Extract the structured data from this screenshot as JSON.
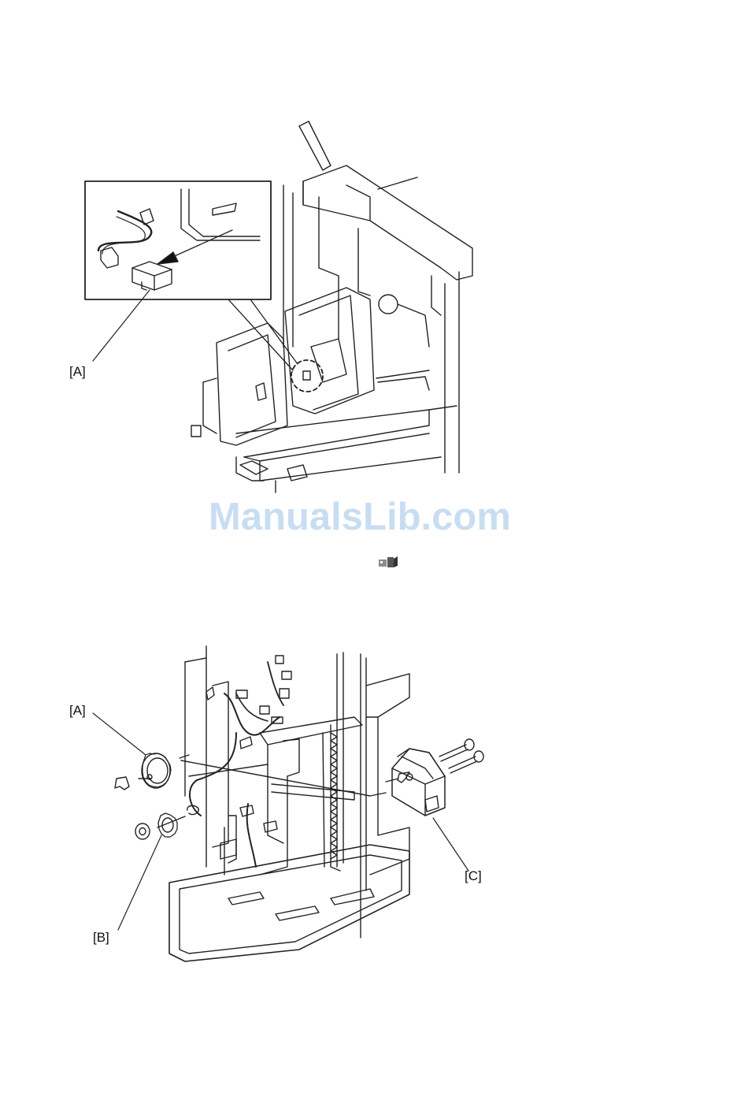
{
  "figure1": {
    "callouts": {
      "a": "[A]"
    }
  },
  "watermark": {
    "text": "ManualsLib.com"
  },
  "marker": {
    "icon": "connector-marker-icon"
  },
  "figure2": {
    "callouts": {
      "a": "[A]",
      "b": "[B]",
      "c": "[C]"
    }
  }
}
